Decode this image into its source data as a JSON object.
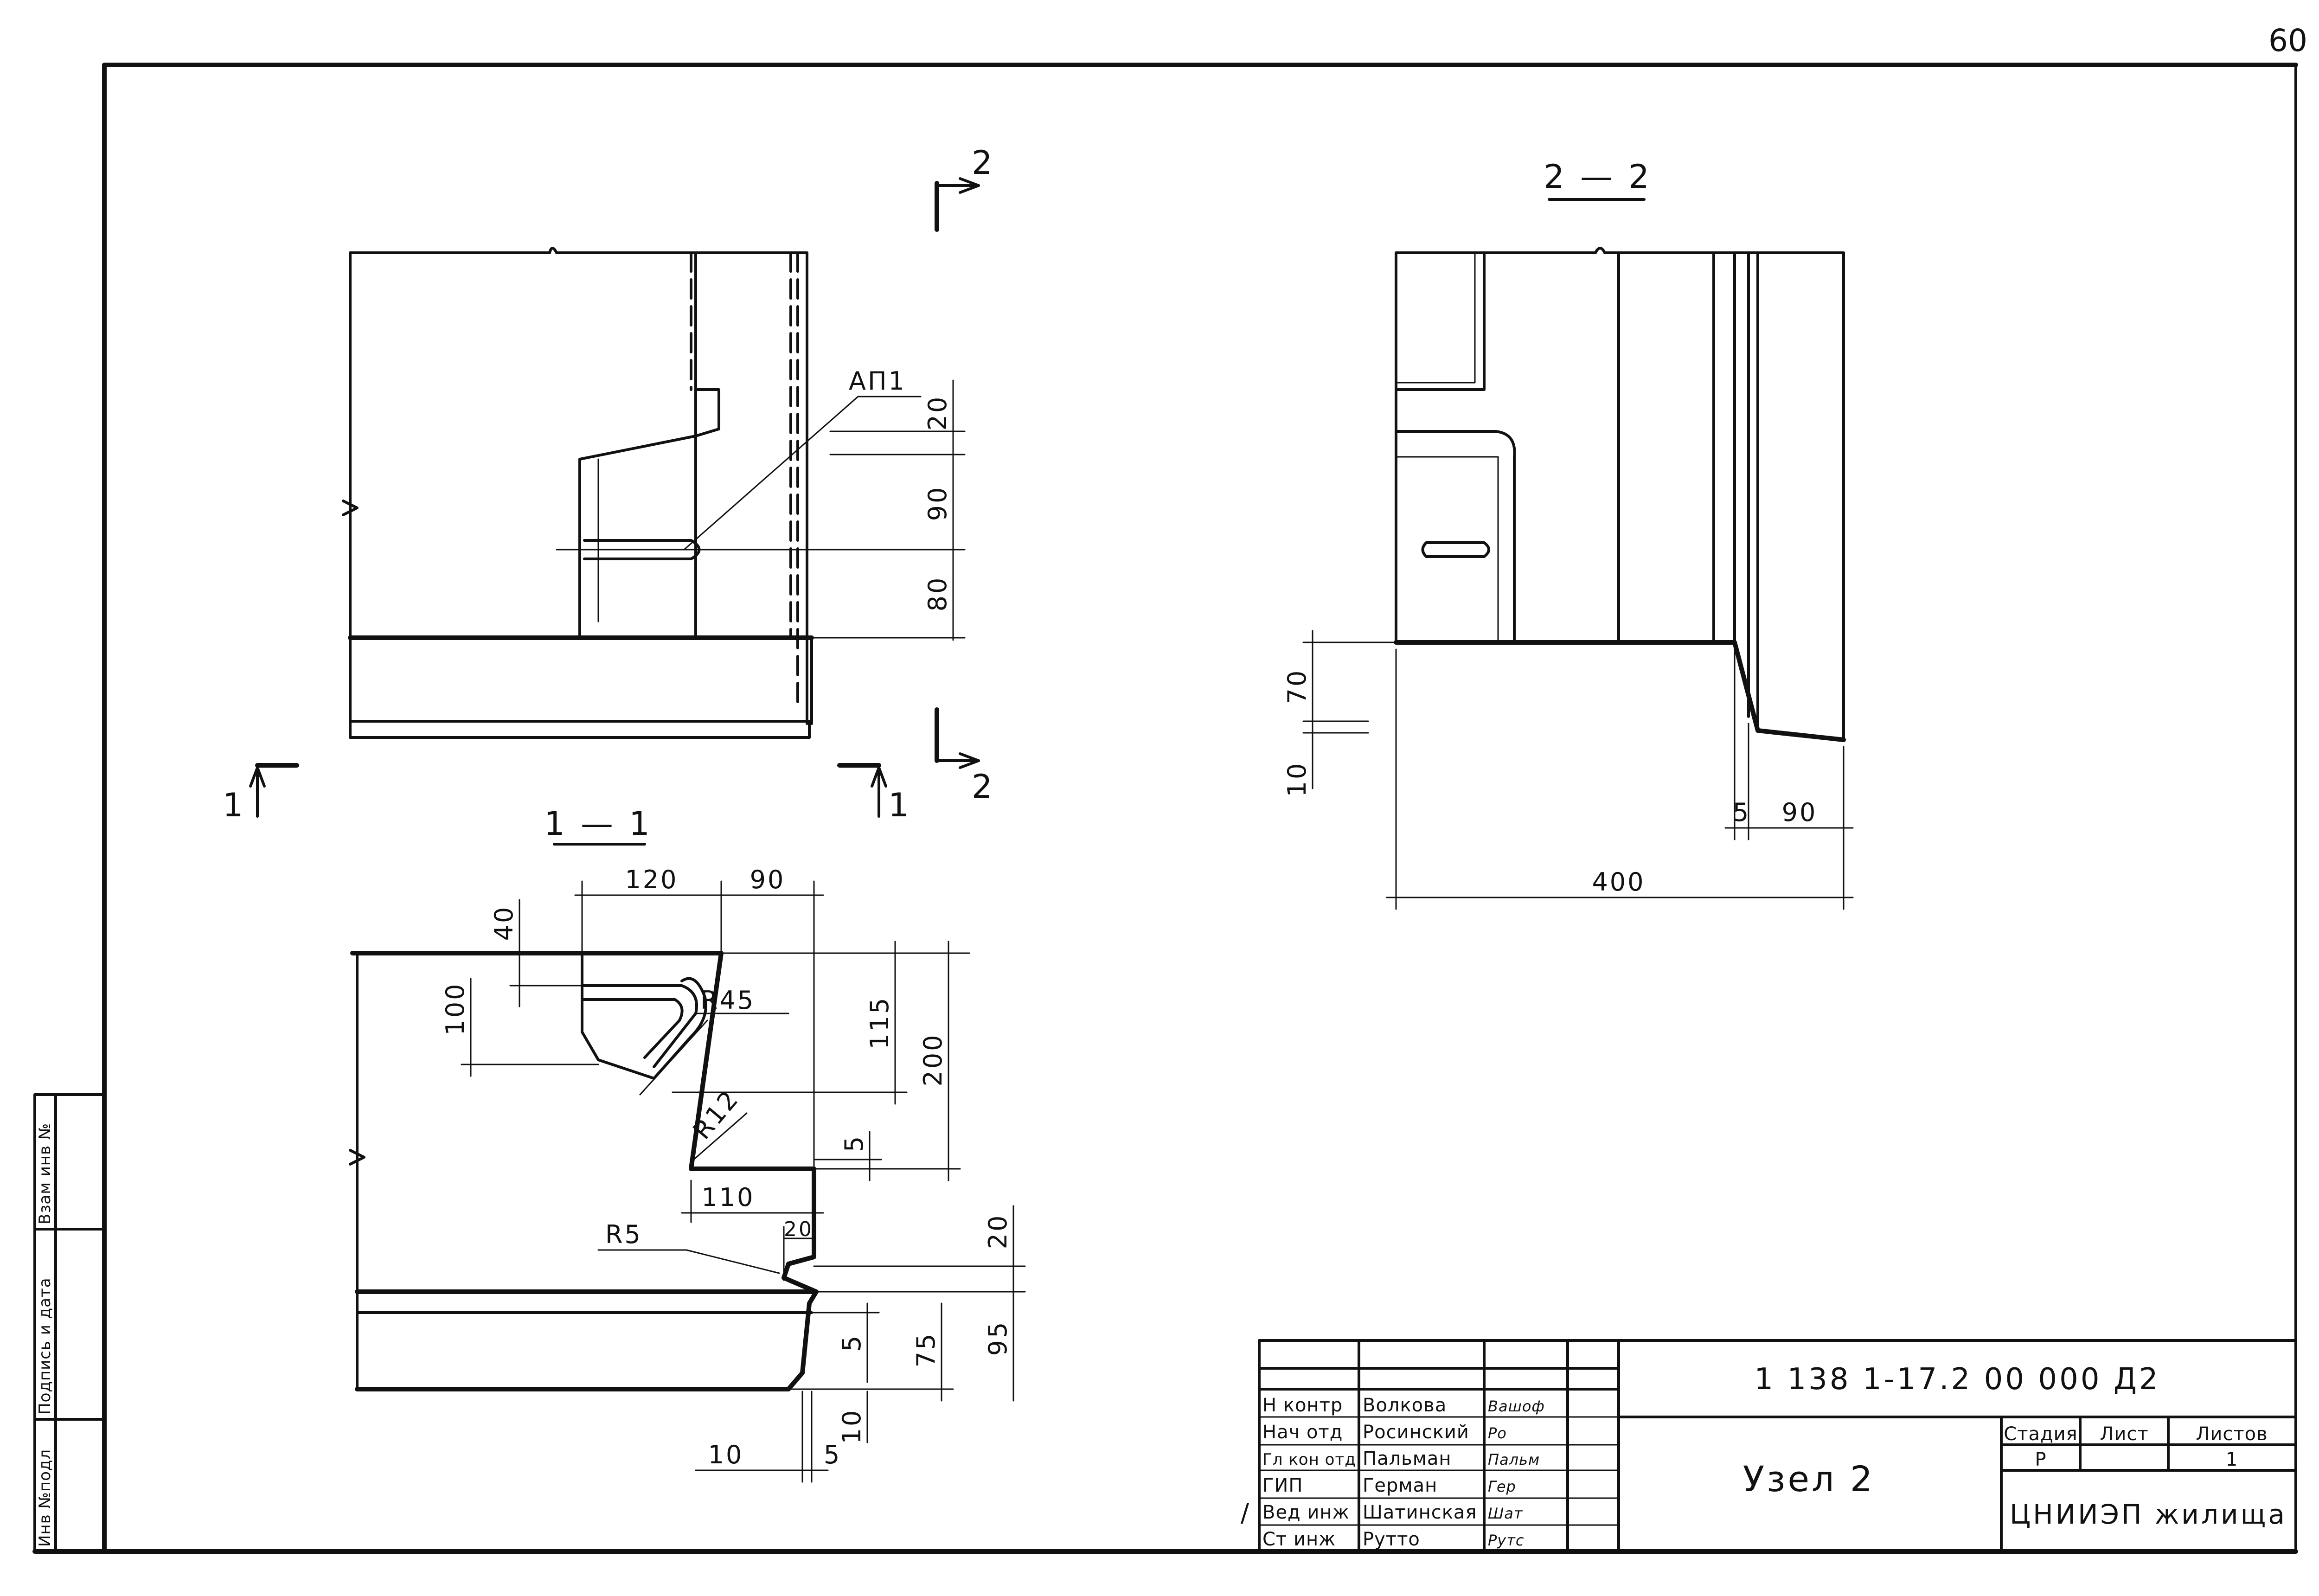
{
  "page_number": "60",
  "views": {
    "elevation": {
      "section_marks": [
        "2",
        "2",
        "1",
        "1"
      ],
      "callout": "АП1",
      "dims": [
        "20",
        "90",
        "80"
      ]
    },
    "section_1_1": {
      "title": "1 — 1",
      "dims": [
        "120",
        "90",
        "40",
        "100",
        "115",
        "200",
        "5",
        "110",
        "20",
        "20",
        "5",
        "75",
        "95",
        "10",
        "10",
        "5"
      ],
      "radii": [
        "R45",
        "R12",
        "R5"
      ]
    },
    "section_2_2": {
      "title": "2 — 2",
      "dims": [
        "70",
        "10",
        "5",
        "90",
        "400"
      ]
    }
  },
  "side_stamp": {
    "col1": "Инв №подл",
    "col2": "Подпись и дата",
    "col3": "Взам инв №"
  },
  "title_block": {
    "doc_code": "1 138 1-17.2 00 000 Д2",
    "name": "Узел 2",
    "org": "ЦНИИЭП жилища",
    "stage_header": "Стадия",
    "sheet_header": "Лист",
    "sheets_header": "Листов",
    "stage": "Р",
    "sheets": "1",
    "mark": "/",
    "roles": [
      {
        "role": "Н контр",
        "name": "Волкова",
        "sign": "Вашоф"
      },
      {
        "role": "Нач отд",
        "name": "Росинский",
        "sign": "Ро"
      },
      {
        "role": "Гл кон отд",
        "name": "Пальман",
        "sign": "Пальм"
      },
      {
        "role": "ГИП",
        "name": "Герман",
        "sign": "Гер"
      },
      {
        "role": "Вед инж",
        "name": "Шатинская",
        "sign": "Шат"
      },
      {
        "role": "Ст инж",
        "name": "Рутто",
        "sign": "Рутс"
      }
    ]
  }
}
